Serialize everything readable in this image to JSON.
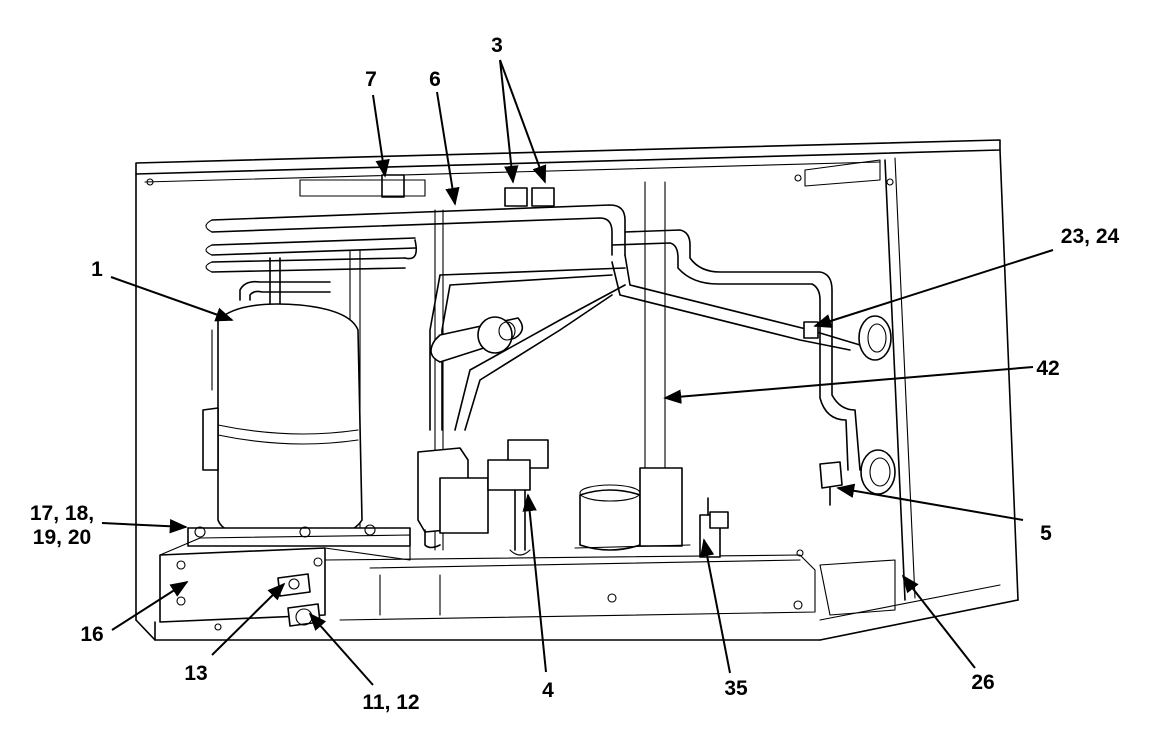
{
  "callouts": [
    {
      "id": "c1",
      "lines": [
        "1"
      ]
    },
    {
      "id": "c3",
      "lines": [
        "3"
      ]
    },
    {
      "id": "c4",
      "lines": [
        "4"
      ]
    },
    {
      "id": "c5",
      "lines": [
        "5"
      ]
    },
    {
      "id": "c6",
      "lines": [
        "6"
      ]
    },
    {
      "id": "c7",
      "lines": [
        "7"
      ]
    },
    {
      "id": "c11",
      "lines": [
        "11, 12"
      ]
    },
    {
      "id": "c13",
      "lines": [
        "13"
      ]
    },
    {
      "id": "c16",
      "lines": [
        "16"
      ]
    },
    {
      "id": "c17",
      "lines": [
        "17, 18,",
        "19, 20"
      ]
    },
    {
      "id": "c23",
      "lines": [
        "23, 24"
      ]
    },
    {
      "id": "c26",
      "lines": [
        "26"
      ]
    },
    {
      "id": "c35",
      "lines": [
        "35"
      ]
    },
    {
      "id": "c42",
      "lines": [
        "42"
      ]
    }
  ]
}
